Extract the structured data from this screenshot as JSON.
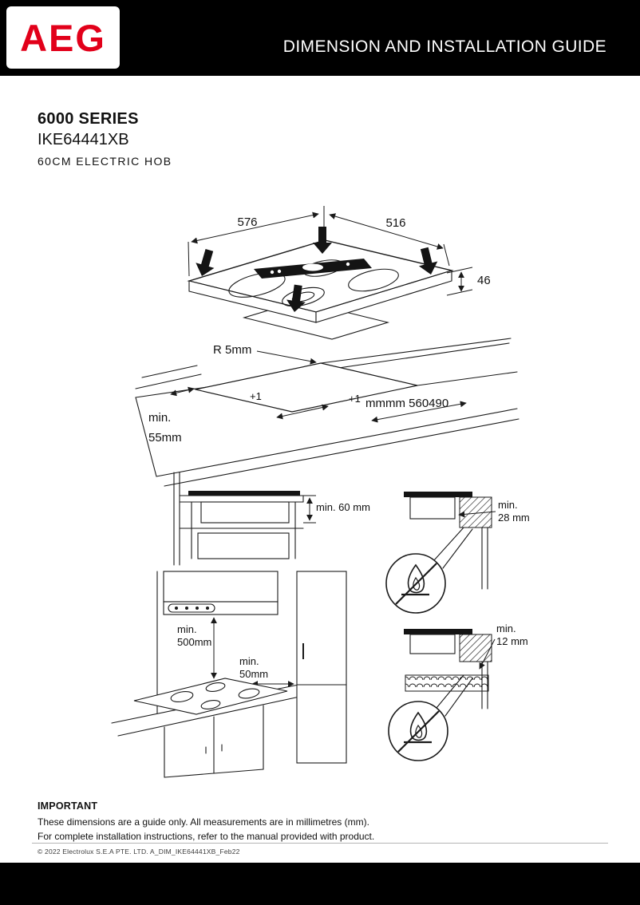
{
  "header": {
    "logo": "AEG",
    "title": "DIMENSION AND INSTALLATION GUIDE"
  },
  "product": {
    "series": "6000 SERIES",
    "model": "IKE64441XB",
    "type": "60CM ELECTRIC HOB"
  },
  "diagrams": {
    "hob": {
      "width": "576",
      "depth": "516",
      "height": "46"
    },
    "cutout": {
      "radius": "R 5mm",
      "tol_a": "+1",
      "tol_b": "+1",
      "size": "mmmm 560490",
      "min_label": "min.",
      "min_value": "55mm"
    },
    "clearance_below": {
      "label": "min. 60 mm"
    },
    "side_panel": {
      "min_label": "min.",
      "min_value": "28 mm"
    },
    "hood": {
      "min_label": "min.",
      "min_value": "500mm"
    },
    "side_gap": {
      "min_label": "min.",
      "min_value": "50mm"
    },
    "shelf": {
      "min_label": "min.",
      "min_value": "12 mm"
    }
  },
  "important": {
    "title": "IMPORTANT",
    "line1": "These dimensions are a guide only. All measurements are in millimetres (mm).",
    "line2": "For complete installation instructions, refer to the manual provided with product."
  },
  "footer": {
    "copyright": "© 2022 Electrolux S.E.A PTE. LTD.  A_DIM_IKE64441XB_Feb22"
  },
  "colors": {
    "brand_red": "#e2001a",
    "bar_black": "#000000"
  }
}
